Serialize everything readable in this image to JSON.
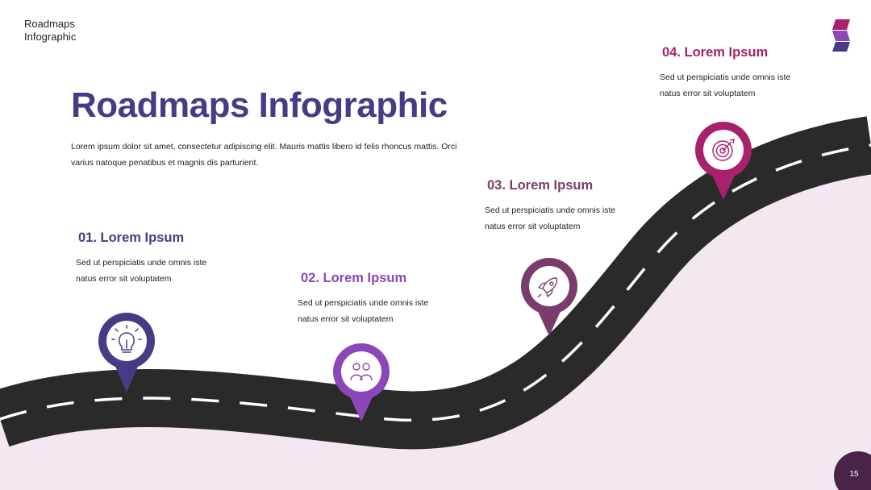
{
  "header": {
    "corner_title": "Roadmaps\nInfographic"
  },
  "main": {
    "title": "Roadmaps Infographic",
    "description": "Lorem ipsum dolor sit amet, consectetur adipiscing elit. Mauris mattis libero id felis rhoncus mattis. Orci varius natoque penatibus et magnis dis parturient."
  },
  "milestones": [
    {
      "title": "01. Lorem Ipsum",
      "description": "Sed ut perspiciatis unde omnis iste natus error sit voluptatem",
      "icon": "lightbulb-icon",
      "color": "#453c86"
    },
    {
      "title": "02. Lorem Ipsum",
      "description": "Sed ut perspiciatis unde omnis iste natus error sit voluptatem",
      "icon": "team-icon",
      "color": "#8b46b7"
    },
    {
      "title": "03. Lorem Ipsum",
      "description": "Sed ut perspiciatis unde omnis iste natus error sit voluptatem",
      "icon": "rocket-icon",
      "color": "#7a3d6b"
    },
    {
      "title": "04. Lorem Ipsum",
      "description": "Sed ut perspiciatis unde omnis iste natus error sit voluptatem",
      "icon": "target-icon",
      "color": "#a8216b"
    }
  ],
  "footer": {
    "page_number": "15"
  },
  "colors": {
    "title": "#453c86",
    "road": "#2a2a2a",
    "road_dash": "#ffffff",
    "background_tint": "#f3e8f1",
    "logo_top": "#a8216b",
    "logo_middle": "#8b46b7",
    "logo_bottom": "#453c86",
    "page_badge": "#4a2348"
  }
}
